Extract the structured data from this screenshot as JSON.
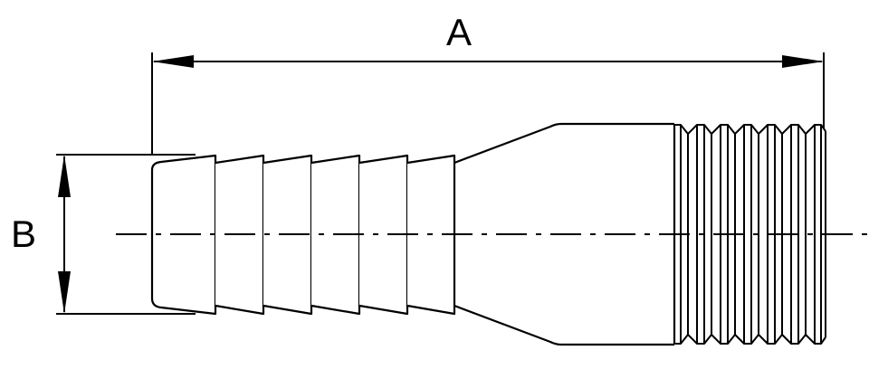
{
  "diagram": {
    "dimensions": [
      {
        "id": "A",
        "label": "A"
      },
      {
        "id": "B",
        "label": "B"
      }
    ],
    "colors": {
      "line": "#000000",
      "background": "#ffffff"
    }
  }
}
